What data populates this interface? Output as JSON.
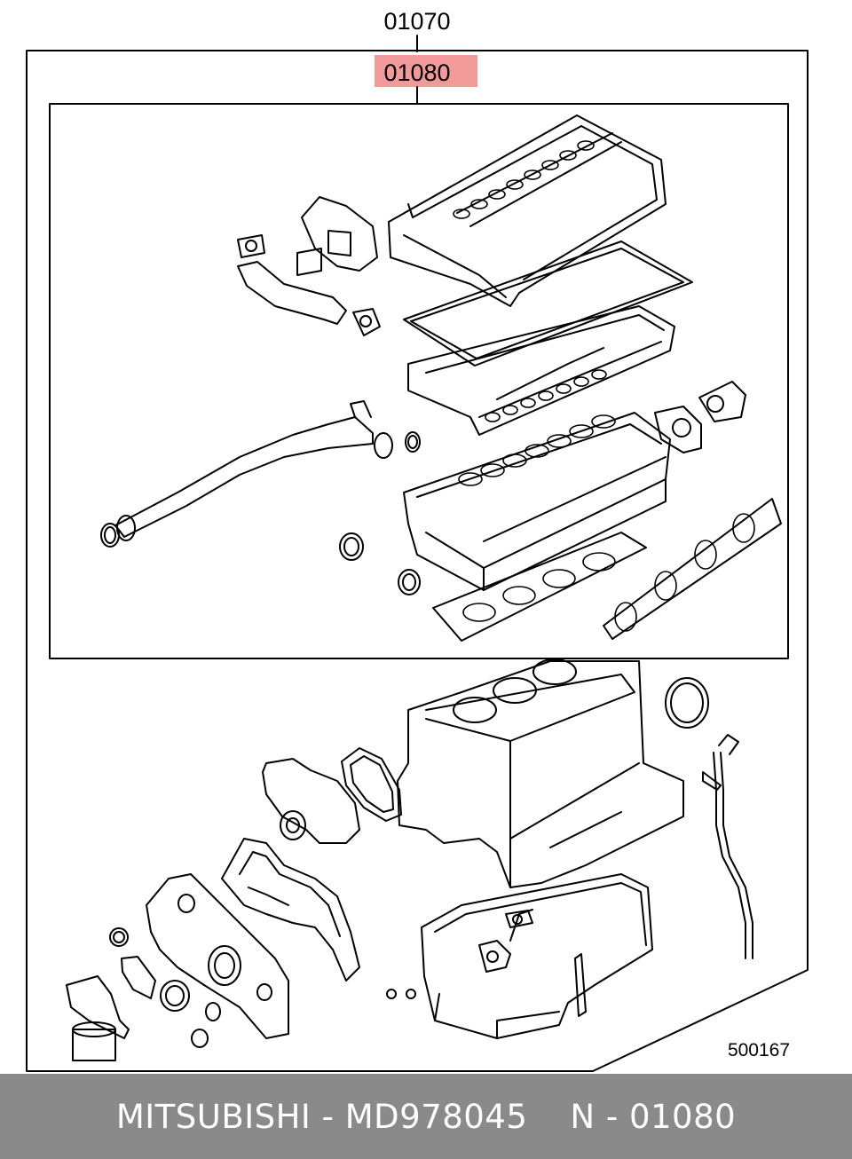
{
  "diagram": {
    "outer_part_number": "01070",
    "inner_part_number": "01080",
    "drawing_number": "500167",
    "highlight_color": "#f29a9a"
  },
  "footer": {
    "brand": "MITSUBISHI",
    "part_number": "MD978045",
    "reference": "N - 01080",
    "separator": "-"
  }
}
